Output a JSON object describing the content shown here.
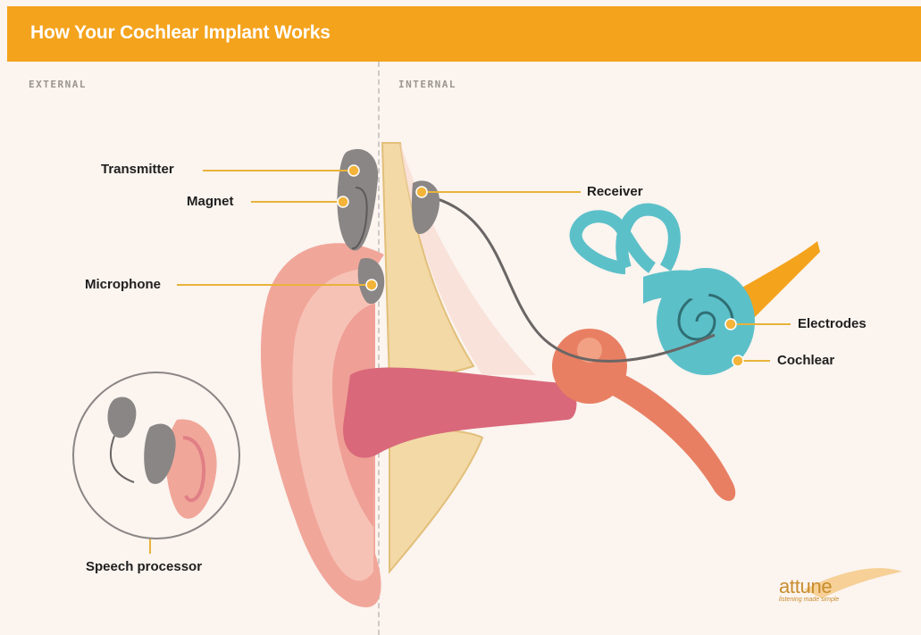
{
  "title": "How Your Cochlear Implant Works",
  "sections": {
    "external": "EXTERNAL",
    "internal": "INTERNAL"
  },
  "labels": {
    "transmitter": "Transmitter",
    "magnet": "Magnet",
    "microphone": "Microphone",
    "receiver": "Receiver",
    "electrodes": "Electrodes",
    "cochlear": "Cochlear",
    "speech_processor": "Speech processor"
  },
  "brand": {
    "name": "attune",
    "tagline": "listening made simple"
  },
  "colors": {
    "header": "#f4a31d",
    "callout_line": "#e8b33a",
    "device": "#8a8685",
    "skin": "#f1a69a",
    "canal": "#d9687a",
    "cochlea": "#5cc0c9",
    "bone": "#f2d9a6",
    "nerve": "#f4a31d"
  }
}
